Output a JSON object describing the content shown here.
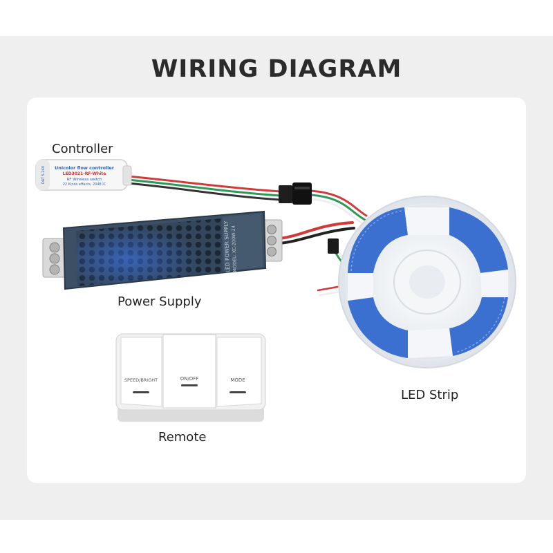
{
  "diagram": {
    "title": "WIRING DIAGRAM",
    "labels": {
      "controller": "Controller",
      "power_supply": "Power Supply",
      "led_strip": "LED Strip",
      "remote": "Remote"
    },
    "controller_print": {
      "line1": "Unicolor flow controller",
      "line2": "LED3021-RF-White",
      "line3": "RF Wireless switch",
      "line4": "22 Kinds effects, 2048 IC",
      "side": "DAT 5-24V"
    },
    "psu_print": {
      "line1": "LED POWER SUPPLY",
      "line2": "MODEL: XC-200W-24"
    },
    "remote_buttons": {
      "left": "SPEED/BRIGHT",
      "middle": "ON/OFF",
      "right": "MODE"
    }
  },
  "colors": {
    "band": "#efefef",
    "card": "#ffffff",
    "title": "#2b2b2b",
    "psu_body": "#3c4f64",
    "strip_blue": "#3b6fd0"
  }
}
